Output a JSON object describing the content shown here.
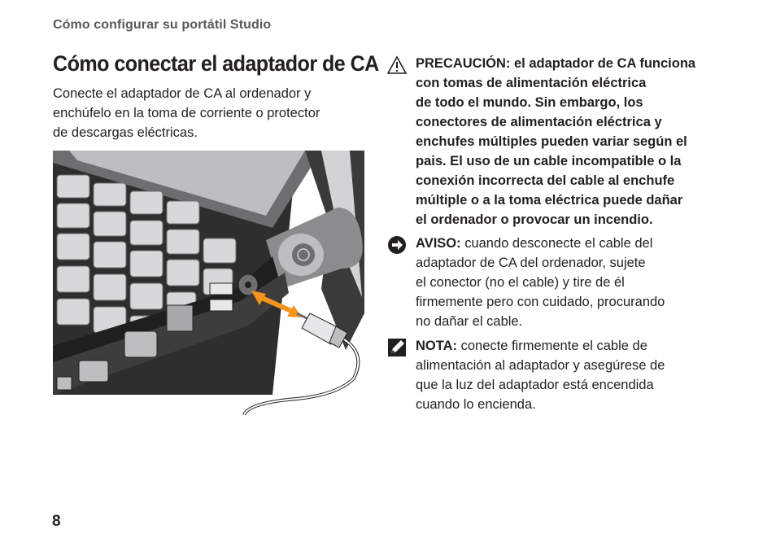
{
  "header": {
    "running_title": "Cómo configurar su portátil Studio"
  },
  "section": {
    "title": "Cómo conectar el adaptador de CA",
    "intro_lines": [
      "Conecte el adaptador de CA al ordenador y",
      "enchúfelo en la toma de corriente o protector",
      "de descargas eléctricas."
    ]
  },
  "figure": {
    "icons": [
      "laptop-side-ports",
      "ac-adapter-plug",
      "connection-arrow"
    ],
    "colors": {
      "arrow": "#f7941d",
      "body": "#2b2b2b",
      "hinge": "#8a8c8e"
    }
  },
  "caution": {
    "icon": "warning-triangle-icon",
    "lines": [
      "PRECAUCIÓN: el adaptador de CA funciona",
      "con tomas de alimentación eléctrica",
      "de todo el mundo. Sin embargo, los",
      "conectores de alimentación eléctrica y",
      "enchufes múltiples pueden variar según el",
      "pais. El uso de un cable incompatible o la",
      "conexión incorrecta del cable al enchufe",
      "múltiple o a la toma eléctrica puede dañar",
      "el ordenador o provocar un incendio."
    ]
  },
  "notice": {
    "icon": "notice-arrow-icon",
    "label": "AVISO:",
    "first_line_rest": " cuando desconecte el cable del",
    "lines": [
      "adaptador de CA del ordenador, sujete",
      "el conector (no el cable) y tire de él",
      "firmemente pero con cuidado, procurando",
      "no dañar el cable."
    ]
  },
  "note": {
    "icon": "pencil-note-icon",
    "label": "NOTA:",
    "first_line_rest": " conecte firmemente el cable de",
    "lines": [
      "alimentación al adaptador y asegúrese de",
      "que la luz del adaptador está encendida",
      "cuando lo encienda."
    ]
  },
  "footer": {
    "page_number": "8"
  }
}
